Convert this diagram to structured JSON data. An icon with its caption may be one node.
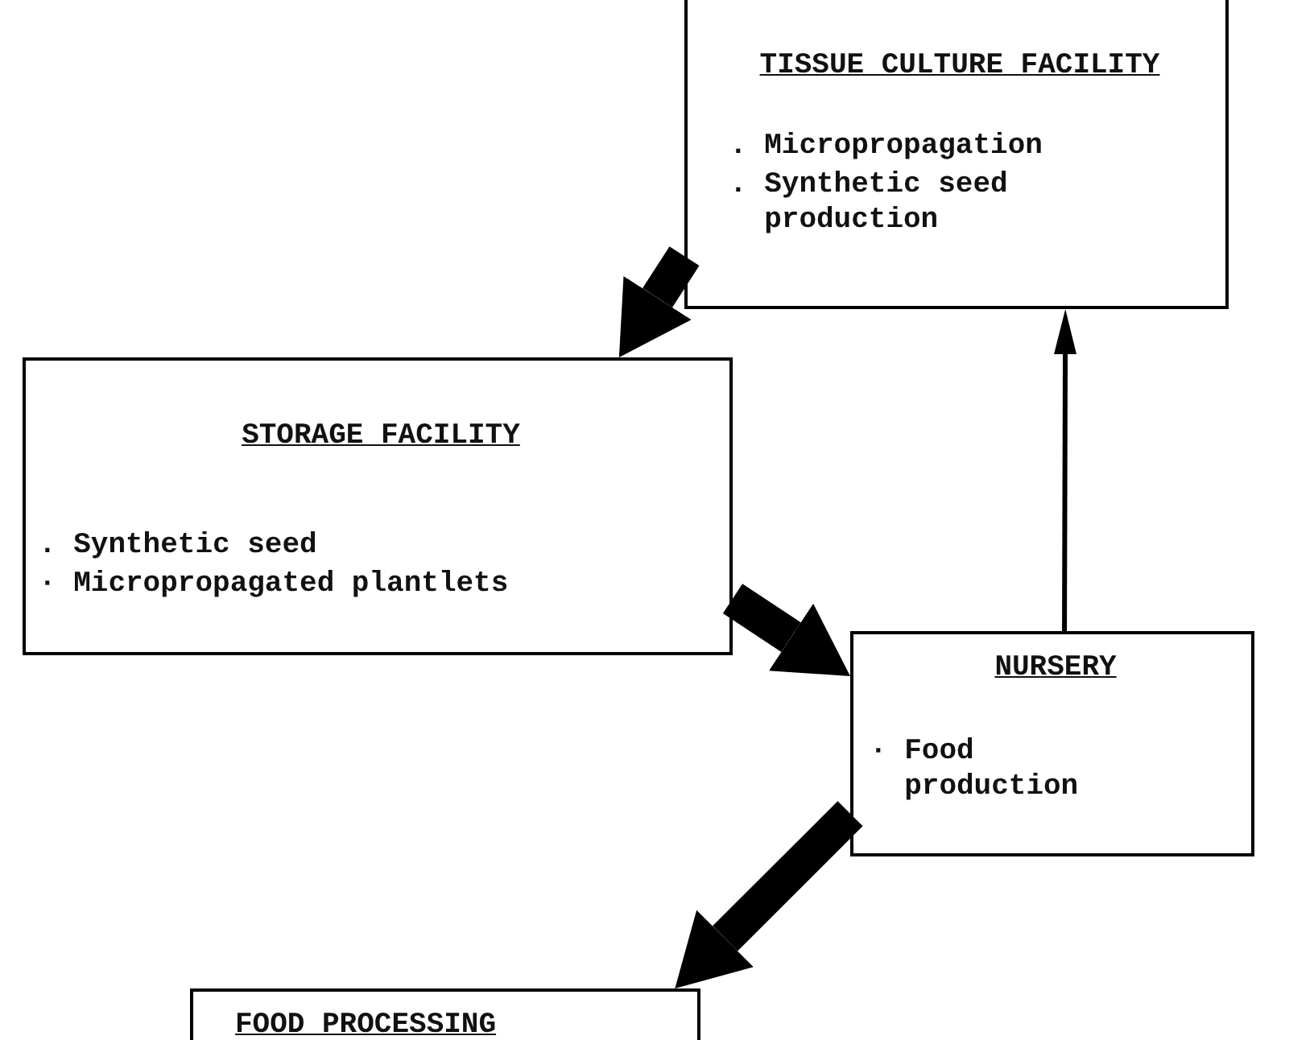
{
  "diagram": {
    "nodes": [
      {
        "text": [
          "TISSUE CULTURE FACILITY",
          ". Micropropagation",
          ". Synthetic seed production"
        ]
      },
      {
        "text": [
          "STORAGE FACILITY",
          ". Synthetic seed",
          "· Micropropagated plantlets"
        ]
      },
      {
        "text": [
          "NURSERY",
          "· Food production"
        ]
      },
      {
        "text": [
          "FOOD PROCESSING"
        ]
      }
    ],
    "edges": [
      {
        "from": 0,
        "to": 1,
        "arrow": "to"
      },
      {
        "from": 1,
        "to": 2,
        "arrow": "to"
      },
      {
        "from": 2,
        "to": 0,
        "arrow": "to"
      },
      {
        "from": 2,
        "to": 3,
        "arrow": "to"
      }
    ]
  }
}
